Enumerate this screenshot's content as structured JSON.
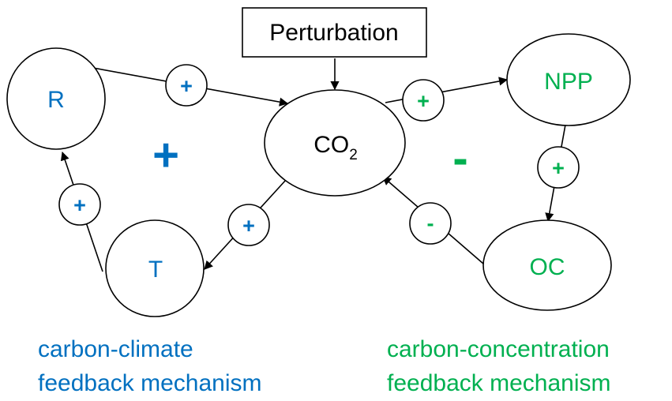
{
  "colors": {
    "blue": "#0070C0",
    "green": "#00B050",
    "black": "#000000"
  },
  "nodes": {
    "perturbation": "Perturbation",
    "co2_main": "CO",
    "co2_sub": "2",
    "r": "R",
    "t": "T",
    "npp": "NPP",
    "oc": "OC"
  },
  "signs": {
    "r_to_co2": "+",
    "t_to_r": "+",
    "co2_to_t": "+",
    "co2_to_npp": "+",
    "npp_to_oc": "+",
    "oc_to_co2": "-"
  },
  "loop_signs": {
    "climate": "+",
    "concentration": "-"
  },
  "captions": {
    "climate_line1": "carbon-climate",
    "climate_line2": "feedback mechanism",
    "concentration_line1": "carbon-concentration",
    "concentration_line2": "feedback mechanism"
  }
}
